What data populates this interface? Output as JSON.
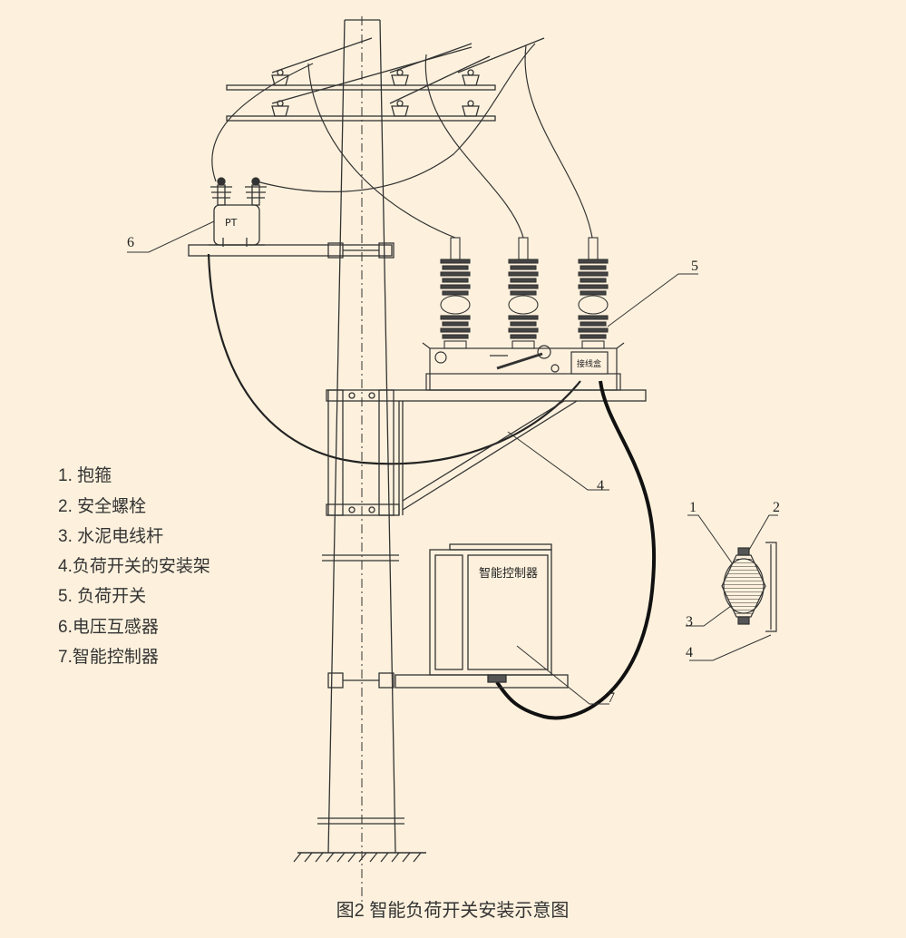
{
  "legend": [
    "1. 抱箍",
    "2. 安全螺栓",
    "3. 水泥电线杆",
    "4.负荷开关的安装架",
    "5. 负荷开关",
    "6.电压互感器",
    "7.智能控制器"
  ],
  "callouts": {
    "c1": "1",
    "c2": "2",
    "c3": "3",
    "c4": "4",
    "c4b": "4",
    "c5": "5",
    "c6": "6",
    "c7": "7"
  },
  "pt_label": "PT",
  "junction_box": "接线盒",
  "controller_label": "智能控制器",
  "caption": "图2 智能负荷开关安装示意图"
}
